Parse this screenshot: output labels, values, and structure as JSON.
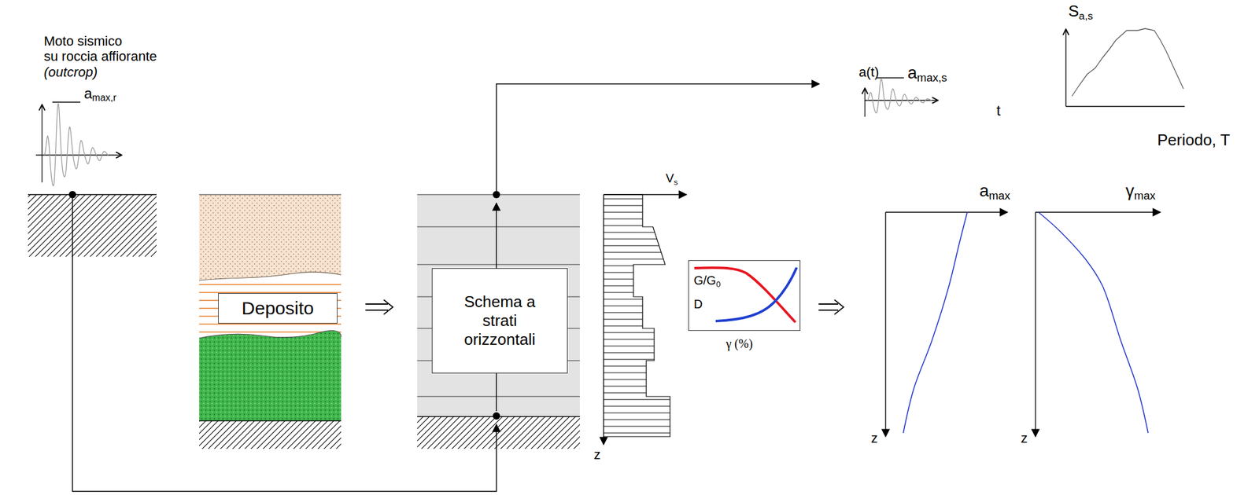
{
  "diagram": {
    "nodes": [
      {
        "text": [
          "Deposito"
        ]
      },
      {
        "text": [
          "Schema a strati orizzontali"
        ]
      },
      {
        "text": [
          "G/G0",
          "D"
        ]
      }
    ],
    "labels": [
      "Moto sismico su roccia affiorante (outcrop)",
      "amax,r",
      "a(t)",
      "amax,s",
      "t",
      "Sa,s",
      "Periodo, T",
      "Vs",
      "z",
      "γ (%)",
      "amax",
      "z",
      "γmax",
      "z"
    ]
  }
}
